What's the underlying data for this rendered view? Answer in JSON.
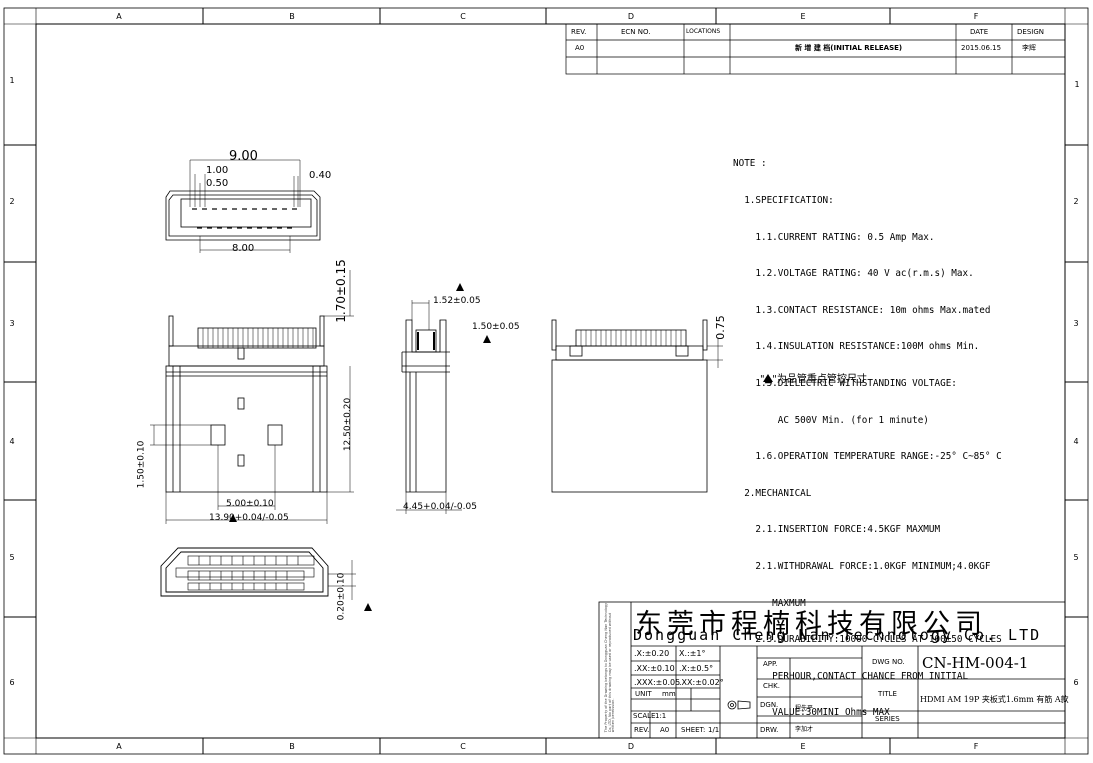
{
  "zones": {
    "columns": [
      "A",
      "B",
      "C",
      "D",
      "E",
      "F"
    ],
    "rows": [
      "1",
      "2",
      "3",
      "4",
      "5",
      "6"
    ]
  },
  "revision_block": {
    "headers": [
      "REV.",
      "ECN NO.",
      "LOCATIONS",
      "",
      "DATE",
      "DESIGN"
    ],
    "row": {
      "rev": "A0",
      "description": "新 增 建 档(INITIAL RELEASE)",
      "date": "2015.06.15",
      "design": "李辉"
    }
  },
  "notes": [
    "NOTE :",
    "  1.SPECIFICATION:",
    "    1.1.CURRENT RATING: 0.5 Amp Max.",
    "    1.2.VOLTAGE RATING: 40 V ac(r.m.s) Max.",
    "    1.3.CONTACT RESISTANCE: 10m ohms Max.mated",
    "    1.4.INSULATION RESISTANCE:100M ohms Min.",
    "    1.5.DIELECTRIC WITHSTANDING VOLTAGE:",
    "        AC 500V Min. (for 1 minute)",
    "    1.6.OPERATION TEMPERATURE RANGE:-25° C~85° C",
    "  2.MECHANICAL",
    "    2.1.INSERTION FORCE:4.5KGF MAXMUM",
    "    2.1.WITHDRAWAL FORCE:1.0KGF MINIMUM;4.0KGF",
    "       MAXMUM",
    "    2.3.DURABILITY:10000 CYCLES AT 100±50 CYCLES",
    "       PERHOUR,CONTACT CHANCE FROM INITIAL",
    "       VALUE:30MINI Ohms MAX"
  ],
  "critical_note": "\"▲\"为品管重点管控尺寸",
  "dimensions": {
    "front_width": "9.00",
    "pitch_top": "1.00",
    "pitch_half": "0.50",
    "pin_width": "0.40",
    "pin_span": "8.00",
    "overall_height": "1.70±0.15",
    "body_length": "12.50±0.20",
    "side_top": "1.52±0.05",
    "side_mid": "1.50±0.05",
    "side_thickness": "4.45+0.04/-0.05",
    "right_step": "0.75",
    "hole_height": "1.50±0.10",
    "hole_spacing": "5.00±0.10",
    "shell_width": "13.90+0.04/-0.05",
    "end_gap": "0.20±0.10"
  },
  "title_block": {
    "company_cn": "东莞市程楠科技有限公司",
    "company_en": "Dongguan Cheng Nan Technology Co. LTD",
    "tolerances": [
      {
        "a": ".X:±0.20",
        "b": "X.:±1°"
      },
      {
        "a": ".XX:±0.10",
        "b": ".X:±0.5°"
      },
      {
        "a": ".XXX:±0.05",
        "b": ".XX:±0.02°"
      }
    ],
    "unit_label": "UNIT",
    "unit": "mm",
    "scale_label": "SCALE",
    "scale": "1:1",
    "rev_label": "REV.",
    "rev": "A0",
    "sheet_label": "SHEET:",
    "sheet": "1/1",
    "app_label": "APP.",
    "chk_label": "CHK.",
    "dgn_label": "DGN.",
    "drw_label": "DRW.",
    "dgn": "程先平",
    "drw": "李加才",
    "dwg_no_label": "DWG NO.",
    "dwg_no": "CN-HM-004-1",
    "title_label": "TITLE",
    "title": "HDMI AM 19P 夹板式1.6mm 有筋 A款",
    "series_label": "SERIES",
    "side_text": "The Property of the Drawing belongs to Dongguan Cheng Nan Technology Co. LTD, No part of this drawing may be used or reproduced without written permission."
  }
}
